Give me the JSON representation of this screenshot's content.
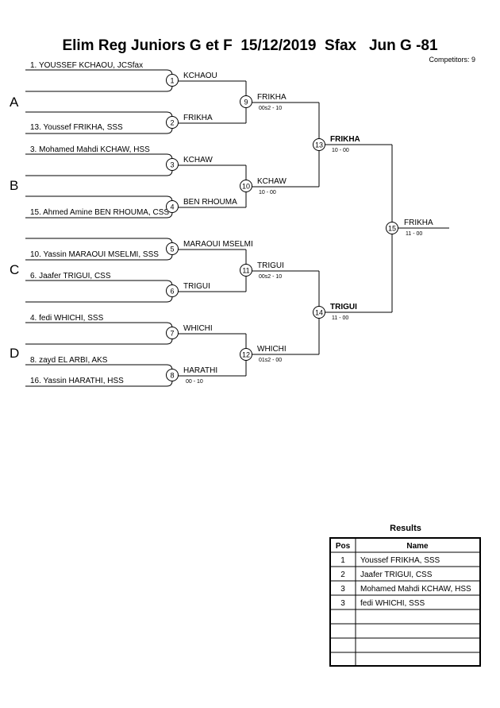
{
  "title": "Elim Reg Juniors G et F  15/12/2019  Sfax   Jun G -81",
  "competitors_label": "Competitors: 9",
  "pools": [
    "A",
    "B",
    "C",
    "D"
  ],
  "entrants": [
    "1. YOUSSEF KCHAOU, JCSfax",
    "13. Youssef FRIKHA, SSS",
    "3. Mohamed Mahdi KCHAW, HSS",
    "15. Ahmed Amine BEN RHOUMA, CSS",
    "10. Yassin MARAOUI MSELMI, SSS",
    "6. Jaafer TRIGUI, CSS",
    "4. fedi WHICHI, SSS",
    "8. zayd EL ARBI, AKS",
    "16. Yassin HARATHI, HSS"
  ],
  "matches": [
    {
      "no": "1",
      "winner": "KCHAOU",
      "score": ""
    },
    {
      "no": "2",
      "winner": "FRIKHA",
      "score": ""
    },
    {
      "no": "3",
      "winner": "KCHAW",
      "score": ""
    },
    {
      "no": "4",
      "winner": "BEN RHOUMA",
      "score": ""
    },
    {
      "no": "5",
      "winner": "MARAOUI MSELMI",
      "score": ""
    },
    {
      "no": "6",
      "winner": "TRIGUI",
      "score": ""
    },
    {
      "no": "7",
      "winner": "WHICHI",
      "score": ""
    },
    {
      "no": "8",
      "winner": "HARATHI",
      "score": "00 - 10"
    },
    {
      "no": "9",
      "winner": "FRIKHA",
      "score": "00s2 - 10"
    },
    {
      "no": "10",
      "winner": "KCHAW",
      "score": "10 - 00"
    },
    {
      "no": "11",
      "winner": "TRIGUI",
      "score": "00s2 - 10"
    },
    {
      "no": "12",
      "winner": "WHICHI",
      "score": "01s2 - 00"
    },
    {
      "no": "13",
      "winner": "FRIKHA",
      "score": "10 - 00"
    },
    {
      "no": "14",
      "winner": "TRIGUI",
      "score": "11 - 00"
    },
    {
      "no": "15",
      "winner": "FRIKHA",
      "score": "11 - 00"
    }
  ],
  "results": {
    "title": "Results",
    "col_pos": "Pos",
    "col_name": "Name",
    "rows": [
      {
        "pos": "1",
        "name": "Youssef FRIKHA, SSS"
      },
      {
        "pos": "2",
        "name": "Jaafer TRIGUI, CSS"
      },
      {
        "pos": "3",
        "name": "Mohamed Mahdi KCHAW, HSS"
      },
      {
        "pos": "3",
        "name": "fedi WHICHI, SSS"
      }
    ]
  }
}
